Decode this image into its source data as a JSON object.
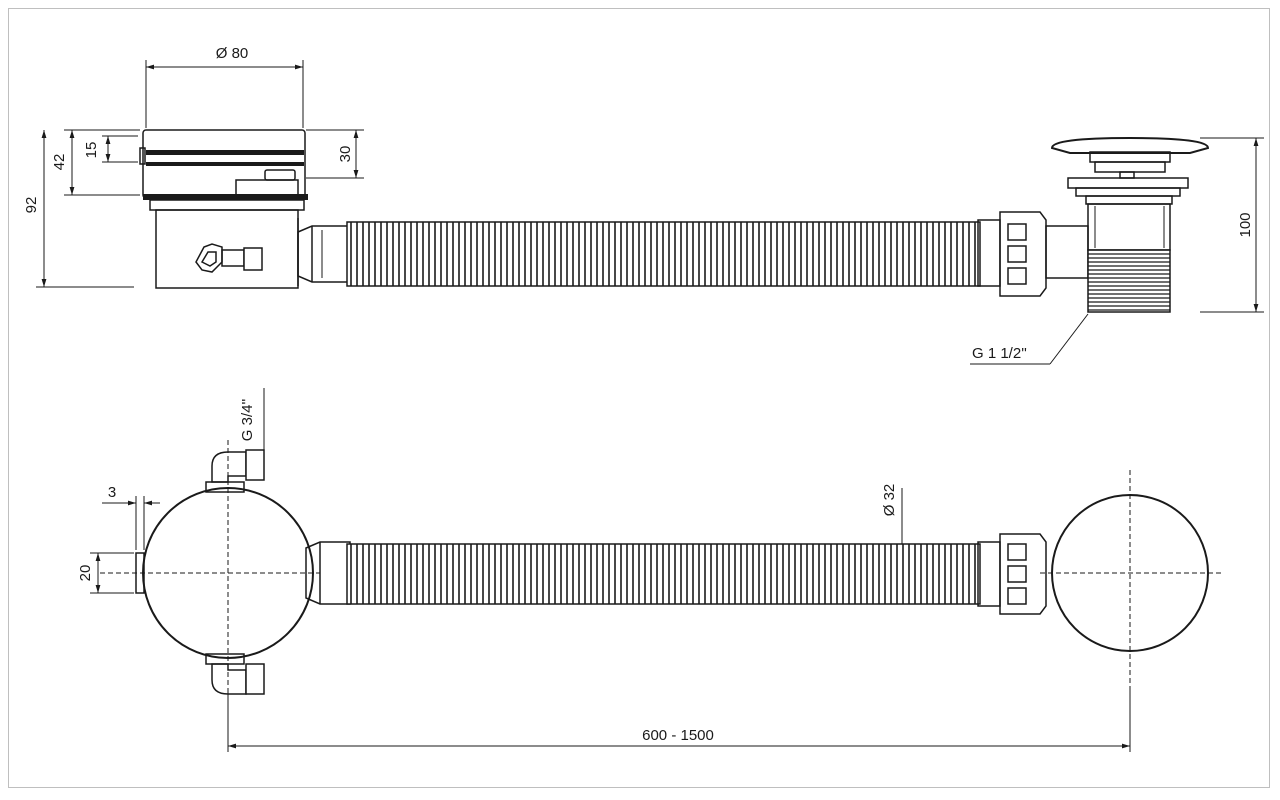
{
  "dimensions": {
    "top_diameter": "Ø 80",
    "top_height_15": "15",
    "top_height_42": "42",
    "top_height_92": "92",
    "top_height_30": "30",
    "waste_height_100": "100",
    "waste_thread": "G 1 1/2''",
    "inlet_thread": "G 3/4''",
    "wall_3": "3",
    "port_20": "20",
    "hose_diameter": "Ø 32",
    "length_range": "600 - 1500"
  }
}
